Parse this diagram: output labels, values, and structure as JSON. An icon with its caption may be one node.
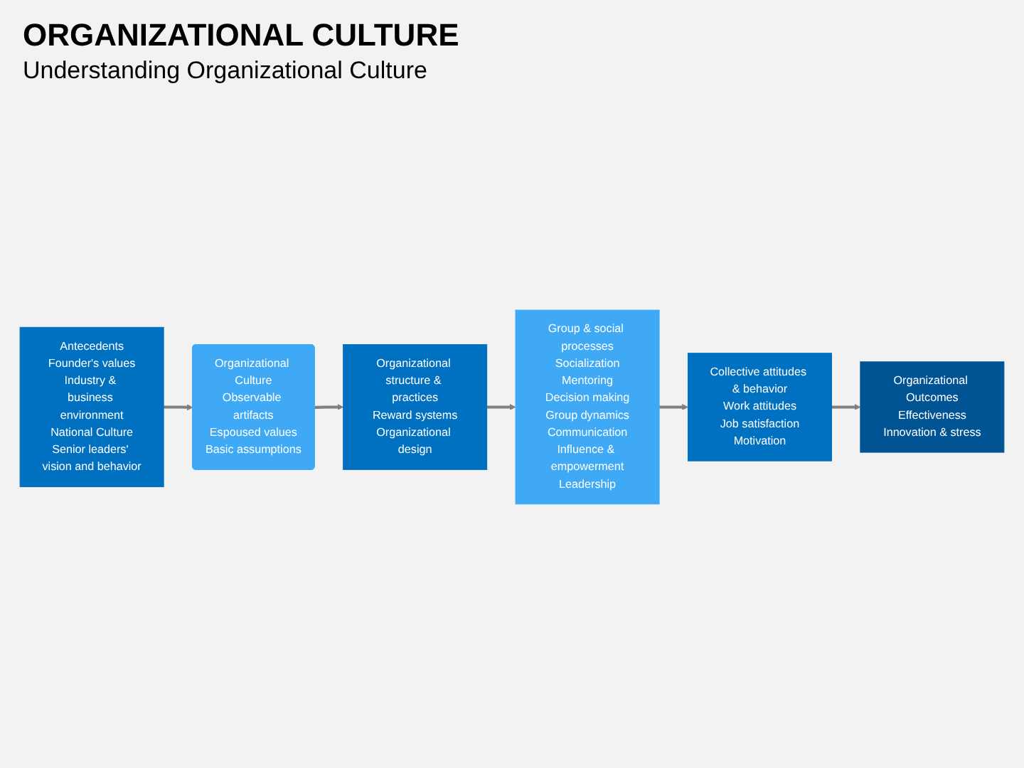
{
  "diagram": {
    "title": "ORGANIZATIONAL CULTURE",
    "nodes": [
      {
        "text": [
          "Antecedents",
          "Founder's values",
          "Industry & business environment",
          "National Culture",
          "Senior leaders' vision and behavior"
        ]
      },
      {
        "text": [
          "Organizational Culture",
          "Observable artifacts",
          "Espoused values",
          "Basic assumptions"
        ]
      },
      {
        "text": [
          "Organizational structure & practices",
          "Reward systems",
          "Organizational design"
        ]
      },
      {
        "text": [
          "Group & social processes",
          "Socialization",
          "Mentoring",
          "Decision making",
          "Group dynamics",
          "Communication",
          "Influence & empowerment",
          "Leadership"
        ]
      },
      {
        "text": [
          "Organizational Outcomes",
          "Effectiveness",
          "Innovation & stress"
        ]
      },
      {
        "text": [
          "Collective attitudes & behavior",
          "Work attitudes",
          "Job satisfaction",
          "Motivation"
        ]
      }
    ],
    "edges": [
      {
        "from": 0,
        "to": 1,
        "arrow": "to"
      },
      {
        "from": 1,
        "to": 2,
        "arrow": "to"
      },
      {
        "from": 2,
        "to": 3,
        "arrow": "to"
      },
      {
        "from": 3,
        "to": 5,
        "arrow": "to"
      },
      {
        "from": 5,
        "to": 4,
        "arrow": "to"
      }
    ],
    "labels": [
      "Understanding Organizational Culture"
    ]
  }
}
